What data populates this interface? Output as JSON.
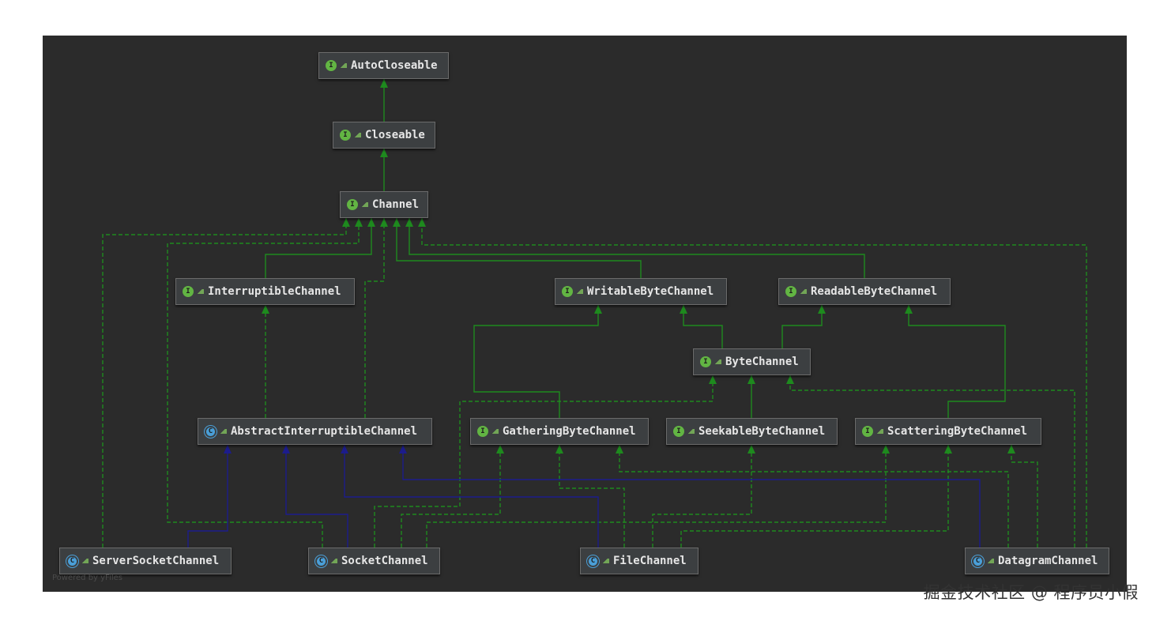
{
  "diagram": {
    "nodes": [
      {
        "id": "AutoCloseable",
        "label": "AutoCloseable",
        "kind": "interface"
      },
      {
        "id": "Closeable",
        "label": "Closeable",
        "kind": "interface"
      },
      {
        "id": "Channel",
        "label": "Channel",
        "kind": "interface"
      },
      {
        "id": "InterruptibleChannel",
        "label": "InterruptibleChannel",
        "kind": "interface"
      },
      {
        "id": "WritableByteChannel",
        "label": "WritableByteChannel",
        "kind": "interface"
      },
      {
        "id": "ReadableByteChannel",
        "label": "ReadableByteChannel",
        "kind": "interface"
      },
      {
        "id": "ByteChannel",
        "label": "ByteChannel",
        "kind": "interface"
      },
      {
        "id": "AbstractInterruptibleChannel",
        "label": "AbstractInterruptibleChannel",
        "kind": "abstract-class"
      },
      {
        "id": "GatheringByteChannel",
        "label": "GatheringByteChannel",
        "kind": "interface"
      },
      {
        "id": "SeekableByteChannel",
        "label": "SeekableByteChannel",
        "kind": "interface"
      },
      {
        "id": "ScatteringByteChannel",
        "label": "ScatteringByteChannel",
        "kind": "interface"
      },
      {
        "id": "ServerSocketChannel",
        "label": "ServerSocketChannel",
        "kind": "abstract-class"
      },
      {
        "id": "SocketChannel",
        "label": "SocketChannel",
        "kind": "abstract-class"
      },
      {
        "id": "FileChannel",
        "label": "FileChannel",
        "kind": "abstract-class"
      },
      {
        "id": "DatagramChannel",
        "label": "DatagramChannel",
        "kind": "abstract-class"
      }
    ],
    "edges": [
      {
        "from": "Closeable",
        "to": "AutoCloseable",
        "type": "extends"
      },
      {
        "from": "Channel",
        "to": "Closeable",
        "type": "extends"
      },
      {
        "from": "InterruptibleChannel",
        "to": "Channel",
        "type": "extends"
      },
      {
        "from": "WritableByteChannel",
        "to": "Channel",
        "type": "extends"
      },
      {
        "from": "ReadableByteChannel",
        "to": "Channel",
        "type": "extends"
      },
      {
        "from": "ByteChannel",
        "to": "WritableByteChannel",
        "type": "extends"
      },
      {
        "from": "ByteChannel",
        "to": "ReadableByteChannel",
        "type": "extends"
      },
      {
        "from": "AbstractInterruptibleChannel",
        "to": "InterruptibleChannel",
        "type": "implements"
      },
      {
        "from": "AbstractInterruptibleChannel",
        "to": "Channel",
        "type": "implements"
      },
      {
        "from": "GatheringByteChannel",
        "to": "WritableByteChannel",
        "type": "extends"
      },
      {
        "from": "SeekableByteChannel",
        "to": "ByteChannel",
        "type": "extends"
      },
      {
        "from": "ScatteringByteChannel",
        "to": "ReadableByteChannel",
        "type": "extends"
      },
      {
        "from": "ServerSocketChannel",
        "to": "AbstractInterruptibleChannel",
        "type": "extends"
      },
      {
        "from": "SocketChannel",
        "to": "AbstractInterruptibleChannel",
        "type": "extends"
      },
      {
        "from": "FileChannel",
        "to": "AbstractInterruptibleChannel",
        "type": "extends"
      },
      {
        "from": "DatagramChannel",
        "to": "AbstractInterruptibleChannel",
        "type": "extends"
      },
      {
        "from": "ServerSocketChannel",
        "to": "Channel",
        "type": "implements"
      },
      {
        "from": "SocketChannel",
        "to": "Channel",
        "type": "implements"
      },
      {
        "from": "DatagramChannel",
        "to": "Channel",
        "type": "implements"
      },
      {
        "from": "SocketChannel",
        "to": "ByteChannel",
        "type": "implements"
      },
      {
        "from": "SocketChannel",
        "to": "GatheringByteChannel",
        "type": "implements"
      },
      {
        "from": "SocketChannel",
        "to": "ScatteringByteChannel",
        "type": "implements"
      },
      {
        "from": "FileChannel",
        "to": "SeekableByteChannel",
        "type": "implements"
      },
      {
        "from": "FileChannel",
        "to": "GatheringByteChannel",
        "type": "implements"
      },
      {
        "from": "FileChannel",
        "to": "ScatteringByteChannel",
        "type": "implements"
      },
      {
        "from": "DatagramChannel",
        "to": "ByteChannel",
        "type": "implements"
      },
      {
        "from": "DatagramChannel",
        "to": "GatheringByteChannel",
        "type": "implements"
      },
      {
        "from": "DatagramChannel",
        "to": "ScatteringByteChannel",
        "type": "implements"
      }
    ],
    "colors": {
      "background": "#2b2b2b",
      "interface_edge": "#1e8a1e",
      "class_edge": "#1c1c8c",
      "node_fill": "#3c3f41",
      "node_text": "#e6e6e6"
    },
    "badges": {
      "interface": "I",
      "abstract-class": "C"
    },
    "icons": {
      "interface": "interface-icon",
      "abstract-class": "abstract-class-icon"
    }
  },
  "footer": {
    "powered_by": "Powered by yFiles",
    "watermark": "掘金技术社区 @ 程序员小假"
  }
}
